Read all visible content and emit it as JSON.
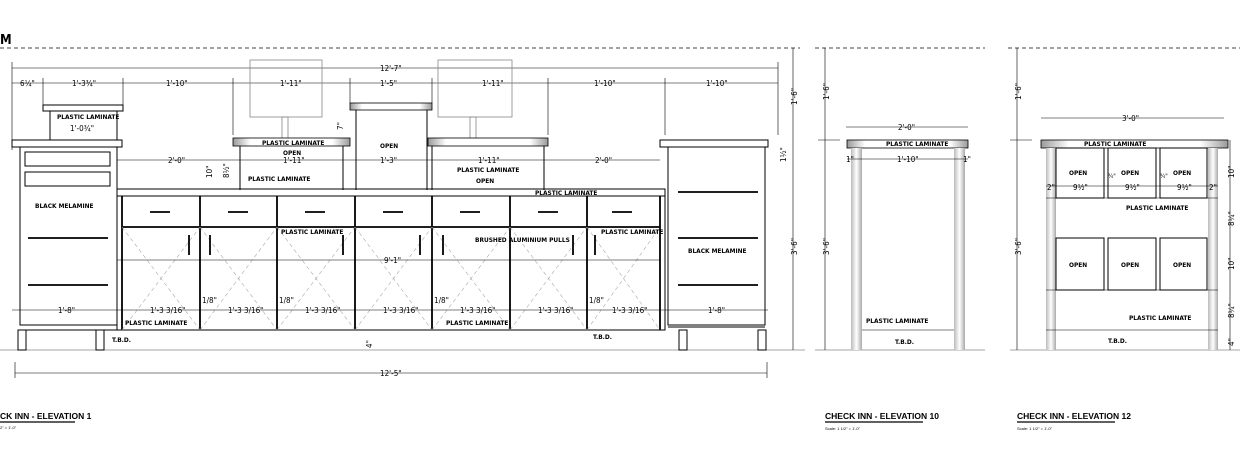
{
  "sheet": {
    "partial_title": "M"
  },
  "elevation1": {
    "caption": "CK INN - ELEVATION 1",
    "scale": "2\" = 1'-0\"",
    "dims": {
      "overall_top": "12'-7\"",
      "d1": "6¼\"",
      "d2": "1'-3¾\"",
      "d3": "1'-10\"",
      "d4": "1'-11\"",
      "d5": "1'-5\"",
      "d6": "1'-11\"",
      "d7": "1'-10\"",
      "d8": "1'-10\"",
      "riser_inner": "1'-0¾\"",
      "shelf_left": "2'-0\"",
      "shelf_left_width": "1'-11\"",
      "center_width": "1'-3\"",
      "shelf_right_width": "1'-11\"",
      "shelf_right": "2'-0\"",
      "shelf_height": "10\"",
      "shelf_sub": "8½\"",
      "monitor_gap": "7\"",
      "counter_run": "9'-1\"",
      "left_cab": "1'-8\"",
      "right_cab": "1'-8\"",
      "door": "1'-3 3/16\"",
      "door_gap": "1/8\"",
      "base": "4\"",
      "overall_bottom": "12'-5\"",
      "upper_height": "1'-6\"",
      "lower_height": "3'-6\"",
      "right_top": "1½\""
    },
    "labels": {
      "riser_top": "PLASTIC LAMINATE",
      "shelf_left_top": "PLASTIC LAMINATE",
      "shelf_left_open": "OPEN",
      "shelf_left_under": "PLASTIC LAMINATE",
      "center_open": "OPEN",
      "shelf_right_under": "PLASTIC LAMINATE",
      "shelf_right_open": "OPEN",
      "counter_top": "PLASTIC LAMINATE",
      "left_cab": "BLACK MELAMINE",
      "doors_upper": "PLASTIC LAMINATE",
      "pulls": "BRUSHED ALUMINIUM PULLS",
      "doors_right": "PLASTIC LAMINATE",
      "right_cab": "BLACK MELAMINE",
      "base_left": "PLASTIC LAMINATE",
      "base_mid": "PLASTIC LAMINATE",
      "tbd_left": "T.B.D.",
      "tbd_right": "T.B.D."
    }
  },
  "elevation10": {
    "caption": "CHECK INN - ELEVATION 10",
    "scale": "Scale: 1 1/2\" = 1'-0\"",
    "dims": {
      "width": "2'-0\"",
      "inner": "1'-10\"",
      "side": "1\"",
      "upper": "1'-6\"",
      "lower": "3'-6\""
    },
    "labels": {
      "top": "PLASTIC LAMINATE",
      "base": "PLASTIC LAMINATE",
      "tbd": "T.B.D."
    }
  },
  "elevation12": {
    "caption": "CHECK INN - ELEVATION 12",
    "scale": "Scale: 1 1/2\" = 1'-0\"",
    "dims": {
      "width": "3'-0\"",
      "upper": "1'-6\"",
      "lower": "3'-6\"",
      "cubby": "9½\"",
      "edge": "2\"",
      "gap": "¾\"",
      "r1": "10\"",
      "r2": "8¼\"",
      "r3": "10\"",
      "r4": "8¼\"",
      "r5": "4\""
    },
    "labels": {
      "top": "PLASTIC LAMINATE",
      "open": "OPEN",
      "mid": "PLASTIC LAMINATE",
      "base": "PLASTIC LAMINATE",
      "tbd": "T.B.D."
    }
  }
}
